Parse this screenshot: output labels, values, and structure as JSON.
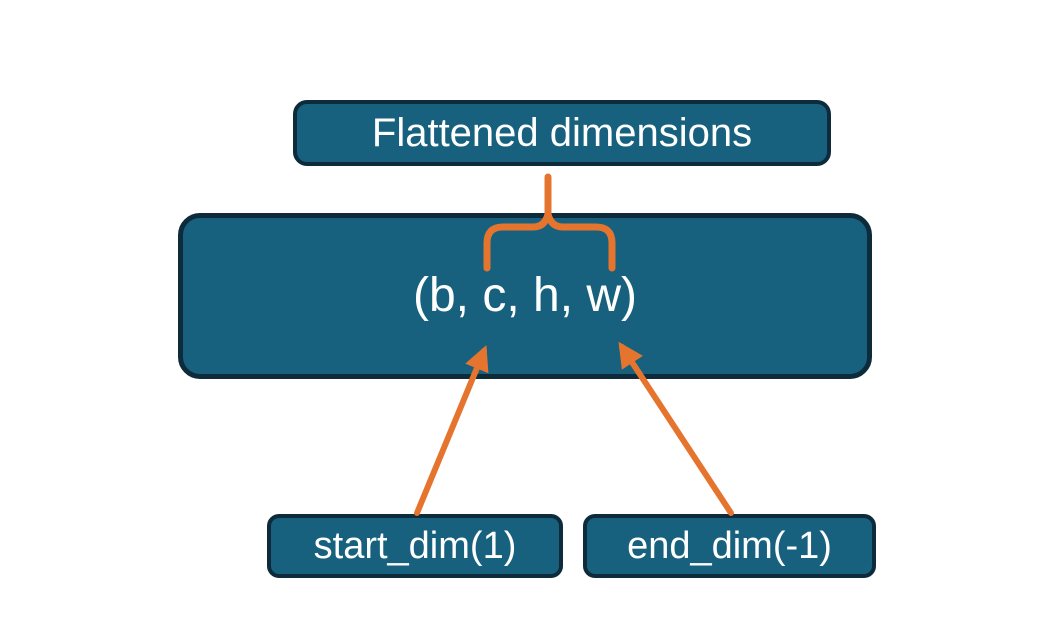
{
  "diagram": {
    "flattened_box": {
      "label": "Flattened dimensions"
    },
    "shape_box": {
      "label": "(b, c, h, w)"
    },
    "start_dim_box": {
      "label": "start_dim(1)"
    },
    "end_dim_box": {
      "label": "end_dim(-1)"
    }
  },
  "connectors": {
    "brace": "brace-icon",
    "start_arrow": "start-dim-arrow-icon",
    "end_arrow": "end-dim-arrow-icon"
  },
  "colors": {
    "background": "#FFFFFF",
    "box_fill": "#17617F",
    "box_border": "#0D2B3A",
    "connector_orange": "#E5752E",
    "text": "#FFFFFF"
  }
}
